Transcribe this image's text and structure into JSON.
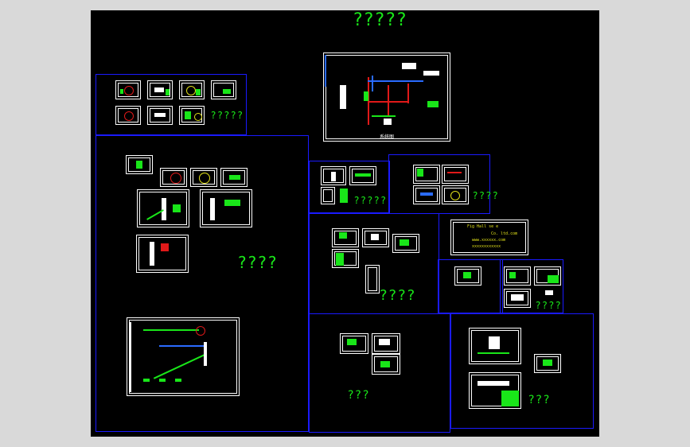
{
  "drawing": {
    "title_label": "?????",
    "region_labels": {
      "top_left": "?????",
      "left_large": "????",
      "mid_upper_left": "?????",
      "mid_upper_right": "????",
      "mid_center": "????",
      "mid_right_small": "????",
      "bottom_center": "???",
      "bottom_right": "???"
    },
    "title_block": {
      "line1": "Fig  Hall se e",
      "line2": "Co. ltd.com",
      "line3": "www.xxxxxx.com",
      "line4": "xxxxxxxxxxxx"
    }
  },
  "colors": {
    "background": "#000000",
    "frame": "#d9d9d9",
    "region_border": "#1a1aff",
    "label": "#19e619",
    "sheet_border": "#ffffff",
    "pipe_red": "#e01919",
    "pipe_blue": "#2a6bff"
  }
}
